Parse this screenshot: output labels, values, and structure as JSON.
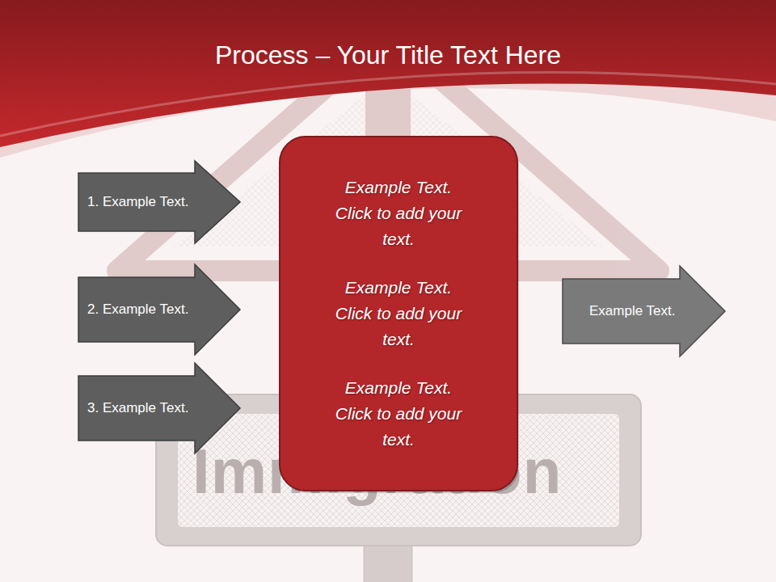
{
  "diagram": {
    "title": "Process – Your Title Text Here",
    "nodes": [
      {
        "text": [
          "1. Example Text."
        ]
      },
      {
        "text": [
          "2. Example Text."
        ]
      },
      {
        "text": [
          "3. Example Text."
        ]
      },
      {
        "text": [
          "Example Text. Click to add your text.",
          "Example Text. Click to add your text.",
          "Example Text. Click to add your text."
        ]
      },
      {
        "text": [
          "Example Text."
        ]
      }
    ],
    "labels": [
      "Immigration"
    ]
  }
}
